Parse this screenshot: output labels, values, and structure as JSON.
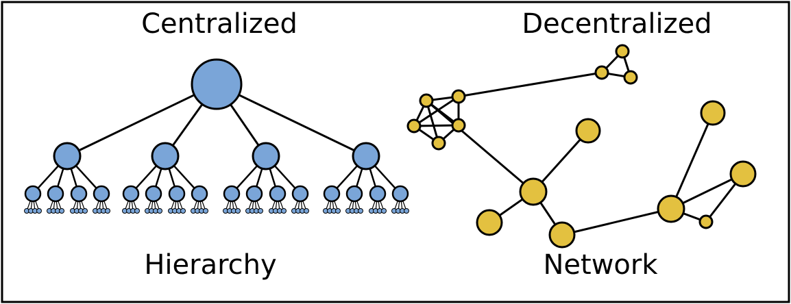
{
  "labels": {
    "centralized": "Centralized",
    "decentralized": "Decentralized",
    "hierarchy": "Hierarchy",
    "network": "Network"
  },
  "colors": {
    "hierarchy_fill": "#7aa5d8",
    "network_fill": "#e3c140",
    "stroke": "#000000",
    "frame": "#000000",
    "background": "#ffffff"
  },
  "hierarchy": {
    "branching": [
      4,
      4,
      4
    ]
  }
}
